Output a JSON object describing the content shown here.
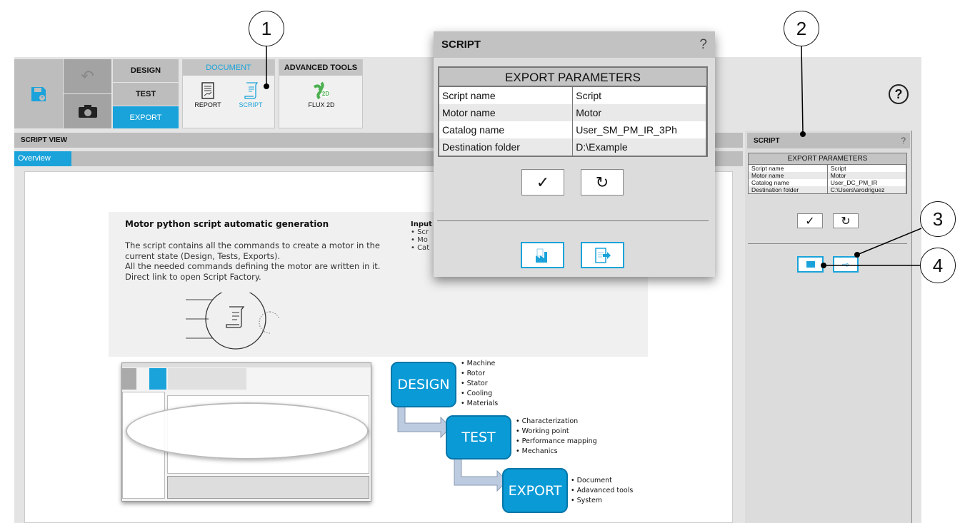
{
  "toolbar": {
    "modes": [
      "DESIGN",
      "TEST",
      "EXPORT"
    ],
    "active_mode": "EXPORT",
    "document_group": {
      "title": "DOCUMENT",
      "tools": [
        "REPORT",
        "SCRIPT"
      ]
    },
    "advanced_group": {
      "title": "ADVANCED TOOLS",
      "tools": [
        "FLUX 2D"
      ]
    },
    "help": "?"
  },
  "script_view": {
    "title": "SCRIPT VIEW",
    "tabs": [
      "Overview"
    ]
  },
  "overview": {
    "heading": "Motor python script automatic generation",
    "paragraph": [
      "The script contains all the commands to create a motor in the",
      "current state (Design, Tests, Exports).",
      "All the needed commands defining the motor are written in it.",
      "Direct link to open Script Factory."
    ],
    "inputs_heading": "Input",
    "inputs": [
      "Scr",
      "Mo",
      "Cat"
    ],
    "flow": [
      {
        "label": "DESIGN",
        "items": [
          "Machine",
          "Rotor",
          "Stator",
          "Cooling",
          "Materials"
        ]
      },
      {
        "label": "TEST",
        "items": [
          "Characterization",
          "Working point",
          "Performance mapping",
          "Mechanics"
        ]
      },
      {
        "label": "EXPORT",
        "items": [
          "Document",
          "Adavanced tools",
          "System"
        ]
      }
    ]
  },
  "popup": {
    "title": "SCRIPT",
    "help": "?",
    "table_title": "EXPORT PARAMETERS",
    "rows": [
      {
        "k": "Script name",
        "v": "Script"
      },
      {
        "k": "Motor name",
        "v": "Motor"
      },
      {
        "k": "Catalog name",
        "v": "User_SM_PM_IR_3Ph"
      },
      {
        "k": "Destination folder",
        "v": "D:\\Example"
      }
    ]
  },
  "side": {
    "title": "SCRIPT",
    "help": "?",
    "table_title": "EXPORT PARAMETERS",
    "rows": [
      {
        "k": "Script name",
        "v": "Script"
      },
      {
        "k": "Motor name",
        "v": "Motor"
      },
      {
        "k": "Catalog name",
        "v": "User_DC_PM_IR"
      },
      {
        "k": "Destination folder",
        "v": "C:\\Users\\arodriguez"
      }
    ]
  },
  "callouts": [
    "1",
    "2",
    "3",
    "4"
  ],
  "colors": {
    "accent": "#1aa3da",
    "flow": "#0a9ad6"
  }
}
